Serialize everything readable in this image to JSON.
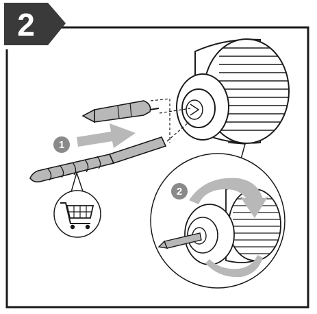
{
  "step": {
    "number": "2"
  },
  "markers": [
    {
      "id": "1"
    },
    {
      "id": "2"
    }
  ],
  "icons": {
    "step_badge": "step-badge-icon",
    "drill_chuck": "drill-chuck-icon",
    "screwdriver_bit": "screwdriver-bit-icon",
    "drill_bit": "drill-bit-icon",
    "insert_arrow": "insert-arrow-icon",
    "shopping_cart": "shopping-cart-icon",
    "rotation_arrow": "rotation-arrow-icon"
  },
  "colors": {
    "badge": "#3a3a3a",
    "marker": "#8a8a8a",
    "arrow": "#b8b8b8",
    "outline": "#1a1a1a"
  }
}
